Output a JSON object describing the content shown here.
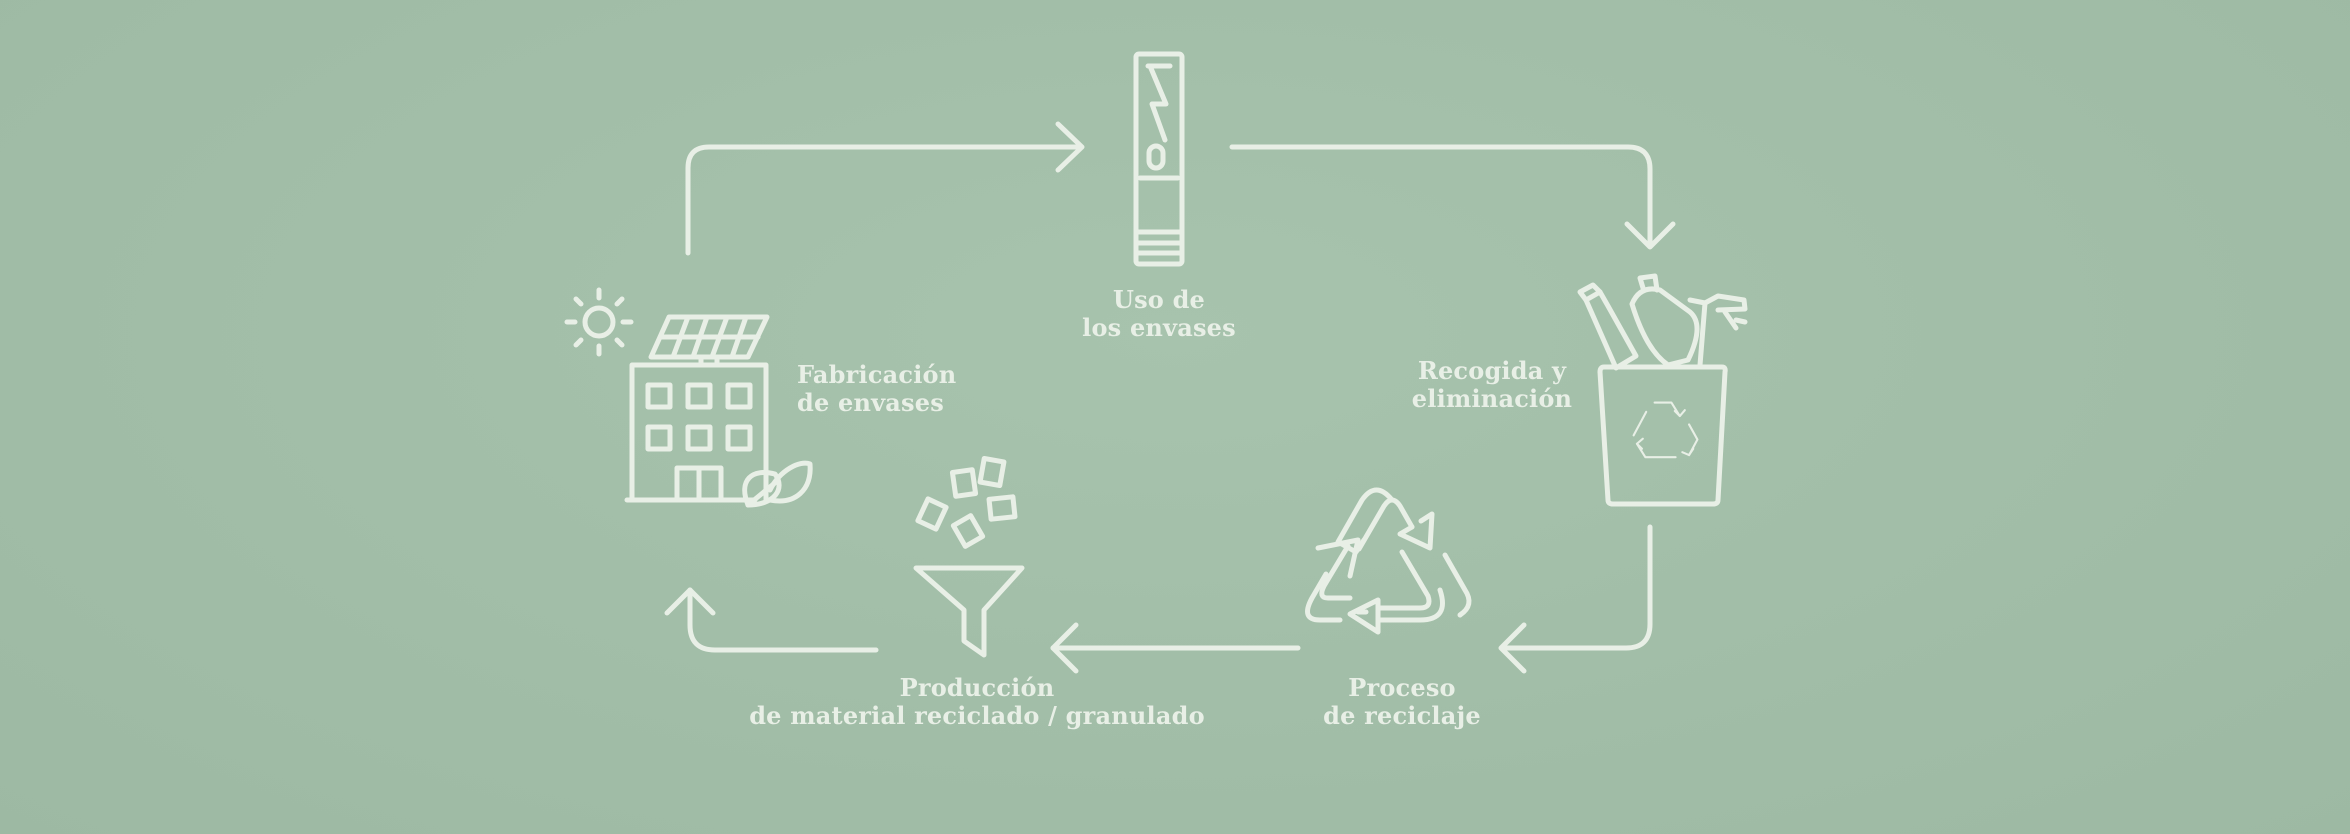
{
  "diagram": {
    "stroke_color": "#e8efe6",
    "background_color": "#a3bfa9",
    "steps": [
      {
        "id": "fabricacion",
        "lines": [
          "Fabricación",
          "de envases"
        ],
        "icon": "factory-solar-icon"
      },
      {
        "id": "uso",
        "lines": [
          "Uso de",
          "los envases"
        ],
        "icon": "tube-package-icon"
      },
      {
        "id": "recogida",
        "lines": [
          "Recogida y",
          "eliminación"
        ],
        "icon": "recycling-bin-icon"
      },
      {
        "id": "proceso",
        "lines": [
          "Proceso",
          "de reciclaje"
        ],
        "icon": "recycle-symbol-icon"
      },
      {
        "id": "produccion",
        "lines": [
          "Producción",
          "de material reciclado / granulado"
        ],
        "icon": "funnel-granules-icon"
      }
    ]
  }
}
